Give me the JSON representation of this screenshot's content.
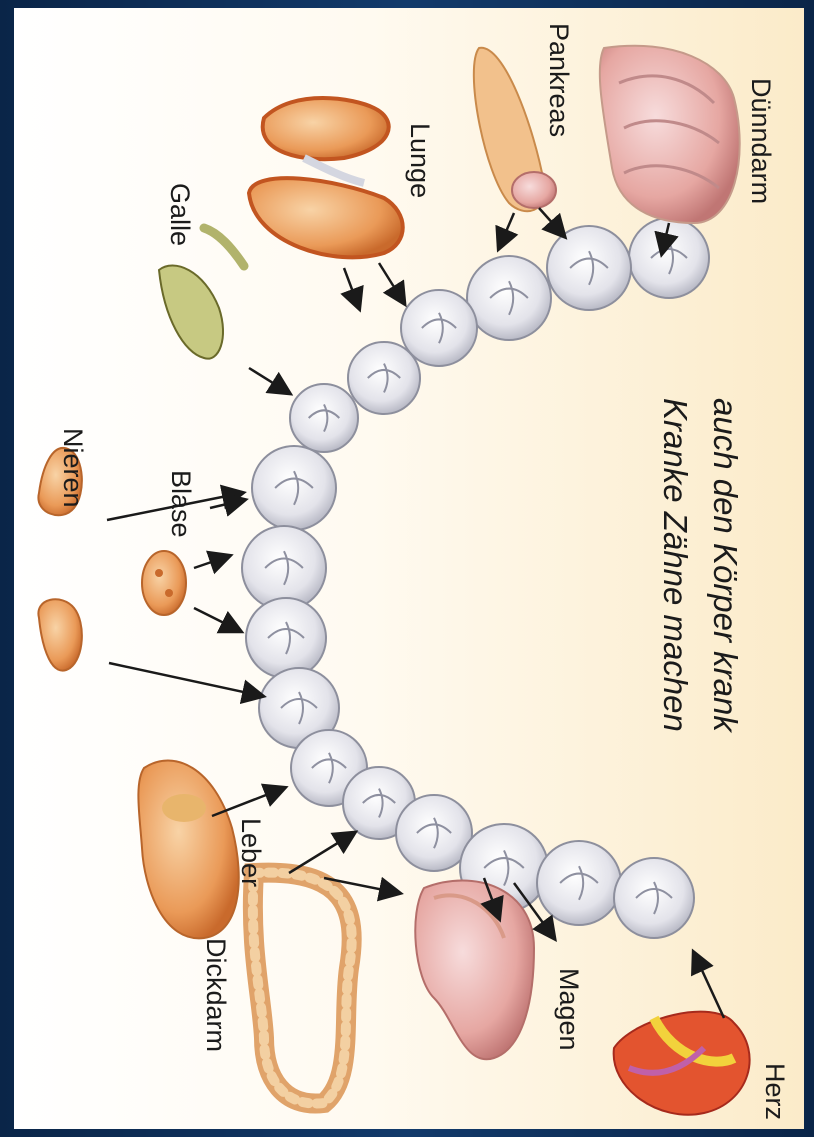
{
  "labels": {
    "nieren": "Nieren",
    "blase": "Blase",
    "galle": "Galle",
    "lunge": "Lunge",
    "pankreas": "Pankreas",
    "duenndarm": "Dünndarm",
    "leber": "Leber",
    "dickdarm": "Dickdarm",
    "magen": "Magen",
    "herz": "Herz"
  },
  "caption": {
    "line1": "Kranke Zähne machen",
    "line2": "auch den Körper krank"
  },
  "colors": {
    "frame": "#0f2f57",
    "background": "#fff8ea",
    "organ_orange": "#e99a55",
    "organ_pink": "#e9a6a0",
    "organ_green": "#b9c27a",
    "tooth": "#e6e6ec",
    "arrow": "#1a1a1a"
  },
  "icons": [
    "kidney-icon",
    "bladder-icon",
    "gallbladder-icon",
    "lung-icon",
    "pancreas-icon",
    "small-intestine-icon",
    "liver-icon",
    "large-intestine-icon",
    "stomach-icon",
    "heart-icon",
    "tooth-icon"
  ]
}
